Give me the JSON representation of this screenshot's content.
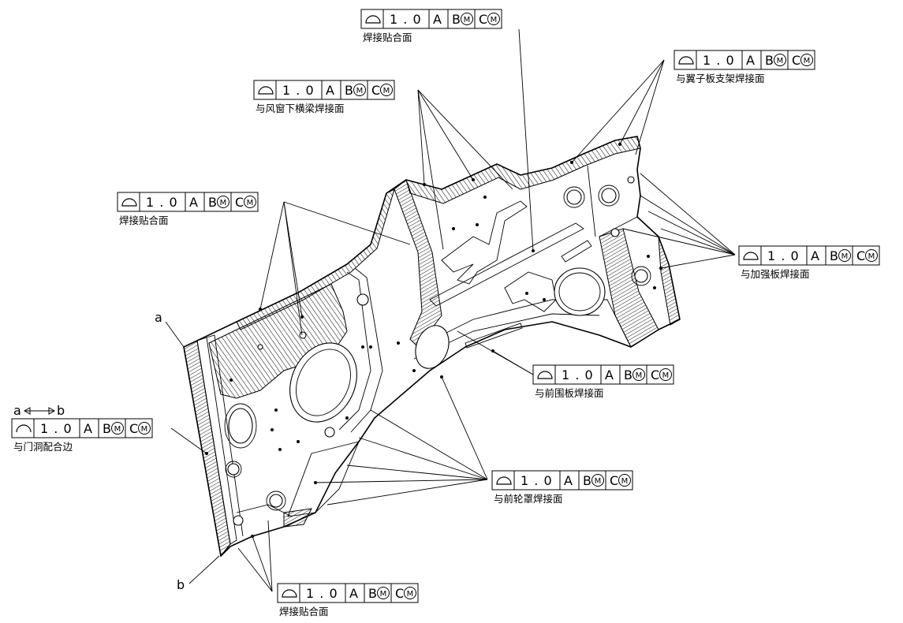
{
  "callouts": [
    {
      "id": "top",
      "symbol": "surface-profile",
      "tolerance": "1.0",
      "datums": [
        "A",
        "B",
        "C"
      ],
      "modifier": "M",
      "note": "焊接贴合面"
    },
    {
      "id": "upper-right",
      "symbol": "surface-profile",
      "tolerance": "1.0",
      "datums": [
        "A",
        "B",
        "C"
      ],
      "modifier": "M",
      "note": "与翼子板支架焊接面"
    },
    {
      "id": "windshield",
      "symbol": "surface-profile",
      "tolerance": "1.0",
      "datums": [
        "A",
        "B",
        "C"
      ],
      "modifier": "M",
      "note": "与风窗下横梁焊接面"
    },
    {
      "id": "left-mid",
      "symbol": "surface-profile",
      "tolerance": "1.0",
      "datums": [
        "A",
        "B",
        "C"
      ],
      "modifier": "M",
      "note": "焊接贴合面"
    },
    {
      "id": "right",
      "symbol": "surface-profile",
      "tolerance": "1.0",
      "datums": [
        "A",
        "B",
        "C"
      ],
      "modifier": "M",
      "note": "与加强板焊接面"
    },
    {
      "id": "dash",
      "symbol": "surface-profile",
      "tolerance": "1.0",
      "datums": [
        "A",
        "B",
        "C"
      ],
      "modifier": "M",
      "note": "与前围板焊接面"
    },
    {
      "id": "door",
      "symbol": "line-profile",
      "tolerance": "1.0",
      "datums": [
        "A",
        "B",
        "C"
      ],
      "modifier": "M",
      "note": "与门洞配合边",
      "range_from": "a",
      "range_to": "b"
    },
    {
      "id": "wheelhouse",
      "symbol": "surface-profile",
      "tolerance": "1.0",
      "datums": [
        "A",
        "B",
        "C"
      ],
      "modifier": "M",
      "note": "与前轮罩焊接面"
    },
    {
      "id": "bottom",
      "symbol": "surface-profile",
      "tolerance": "1.0",
      "datums": [
        "A",
        "B",
        "C"
      ],
      "modifier": "M",
      "note": "焊接贴合面"
    }
  ],
  "point_labels": {
    "a": "a",
    "b": "b"
  }
}
